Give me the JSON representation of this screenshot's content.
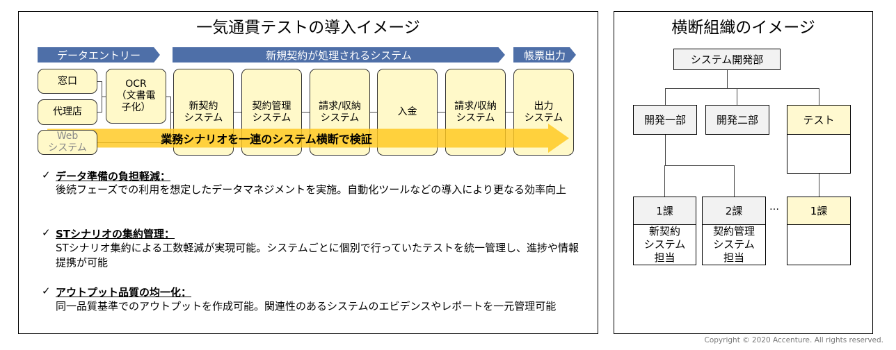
{
  "left": {
    "title": "一気通貫テストの導入イメージ",
    "headers": [
      "データエントリー",
      "新規契約が処理されるシステム",
      "帳票出力"
    ],
    "entry": [
      "窓口",
      "代理店",
      "Web\nシステム"
    ],
    "ocr": "OCR\n（文書電\n子化）",
    "systems": [
      "新契約\nシステム",
      "契約管理\nシステム",
      "請求/収納\nシステム",
      "入金",
      "請求/収納\nシステム",
      "出力\nシステム"
    ],
    "banner": "業務シナリオを一連のシステム横断で検証",
    "bullets": [
      {
        "check": "✓",
        "heading": "データ準備の負担軽減：",
        "text": "後続フェーズでの利用を想定したデータマネジメントを実施。自動化ツールなどの導入により更なる効率向上"
      },
      {
        "check": "✓",
        "heading": "STシナリオの集約管理：",
        "text": "STシナリオ集約による工数軽減が実現可能。システムごとに個別で行っていたテストを統一管理し、進捗や情報提携が可能"
      },
      {
        "check": "✓",
        "heading": "アウトプット品質の均一化：",
        "text": "同一品質基準でのアウトプットを作成可能。関連性のあるシステムのエビデンスやレポートを一元管理可能"
      }
    ]
  },
  "right": {
    "title": "横断組織のイメージ",
    "top": "システム開発部",
    "dept": [
      "開発一部",
      "開発二部",
      "テスト"
    ],
    "sections": [
      {
        "label": "1課",
        "body": "新契約\nシステム\n担当"
      },
      {
        "label": "2課",
        "body": "契約管理\nシステム\n担当"
      },
      {
        "label": "1課",
        "body": ""
      }
    ],
    "ellipsis": "…"
  },
  "copyright": "Copyright © 2020 Accenture. All rights reserved."
}
